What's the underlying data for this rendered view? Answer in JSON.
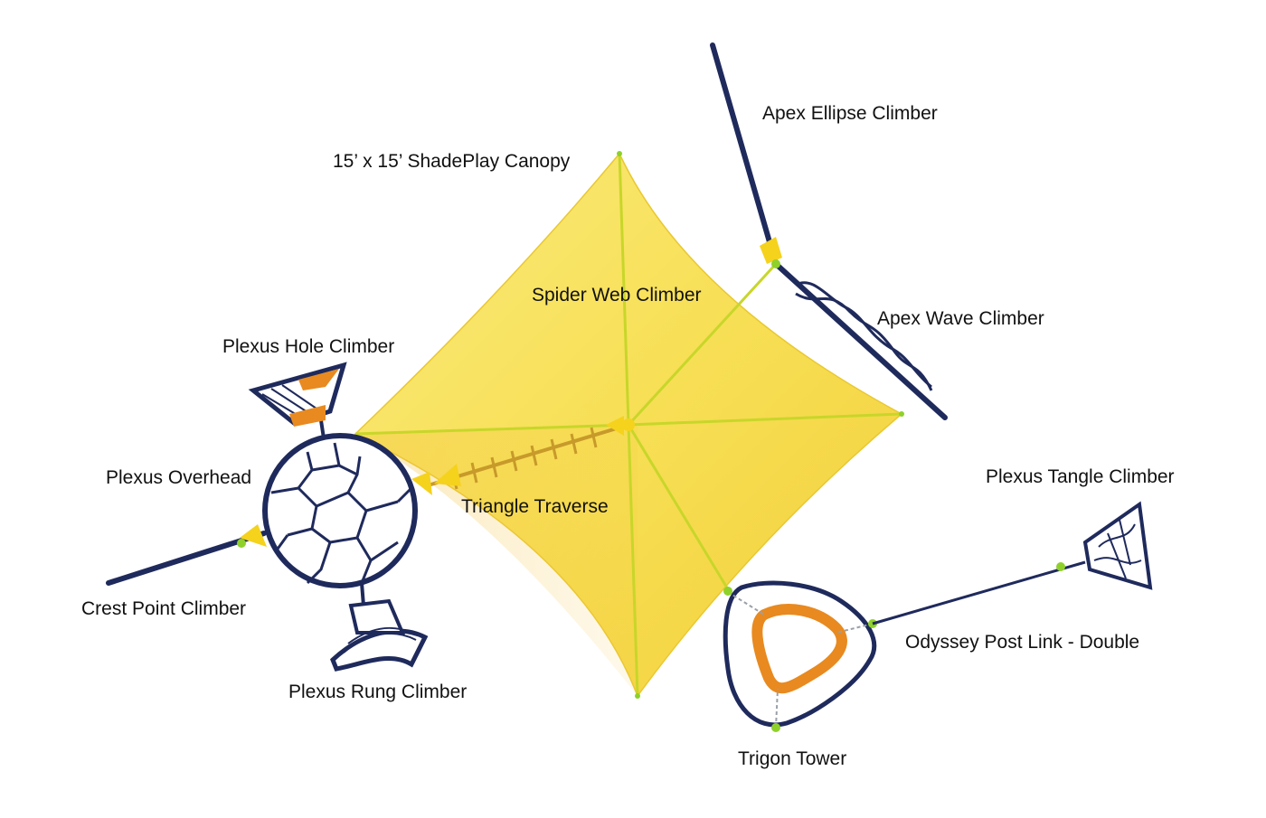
{
  "labels": {
    "apex_ellipse": "Apex Ellipse Climber",
    "canopy": "15’ x 15’ ShadePlay Canopy",
    "spider_web": "Spider Web Climber",
    "apex_wave": "Apex Wave Climber",
    "plexus_hole": "Plexus Hole Climber",
    "plexus_overhead": "Plexus Overhead",
    "triangle_traverse": "Triangle Traverse",
    "plexus_tangle": "Plexus Tangle Climber",
    "crest_point": "Crest Point Climber",
    "odyssey_post_link": "Odyssey Post Link - Double",
    "plexus_rung": "Plexus Rung Climber",
    "trigon_tower": "Trigon Tower"
  },
  "colors": {
    "canopy": "#f7e15a",
    "canopy_shade": "#f2c43a",
    "frame": "#1f2a5c",
    "post_cap": "#8fd12a",
    "accent_orange": "#e88a1f",
    "connector_yellow": "#f5d21c"
  }
}
